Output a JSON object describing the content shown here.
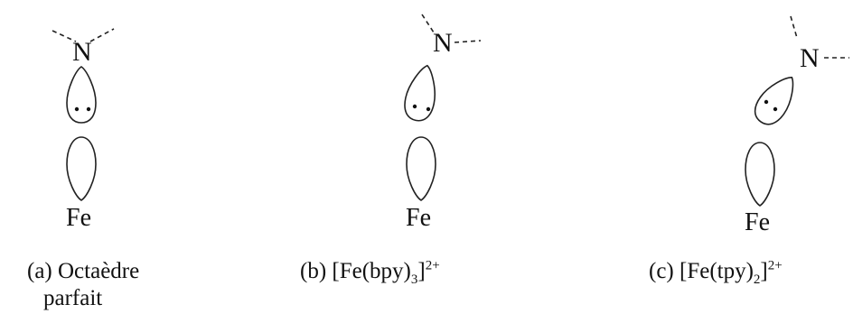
{
  "atoms": {
    "nitrogen": "N",
    "iron": "Fe"
  },
  "panels": [
    {
      "caption_lines": [
        "(a) Octaèdre",
        "parfait"
      ]
    },
    {
      "caption_parts": {
        "prefix": "(b) [Fe(bpy)",
        "sub": "3",
        "suffix": "]",
        "sup": "2+"
      }
    },
    {
      "caption_parts": {
        "prefix": "(c) [Fe(tpy)",
        "sub": "2",
        "suffix": "]",
        "sup": "2+"
      }
    }
  ]
}
